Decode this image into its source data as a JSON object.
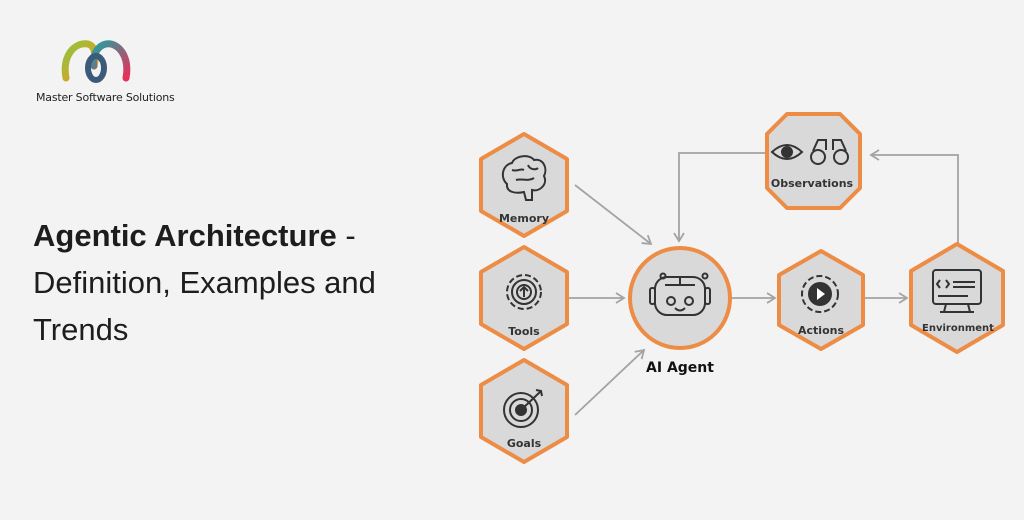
{
  "brand": {
    "name": "Master Software Solutions"
  },
  "title": {
    "bold": "Agentic Architecture",
    "rest": " - Definition, Examples and Trends"
  },
  "diagram": {
    "nodes": {
      "memory": "Memory",
      "tools": "Tools",
      "goals": "Goals",
      "agent": "AI Agent",
      "actions": "Actions",
      "environment": "Environment",
      "observations": "Observations"
    },
    "colors": {
      "border": "#ec8c45",
      "fill": "#d9d9d9",
      "arrow": "#a3a3a3",
      "icon": "#333333"
    }
  }
}
